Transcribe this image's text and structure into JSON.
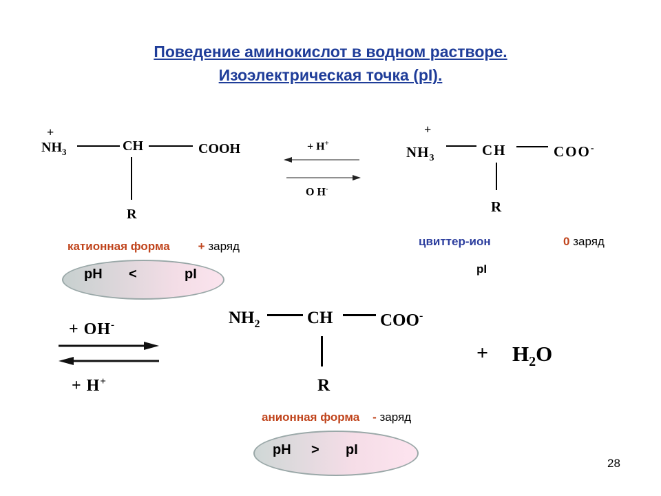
{
  "title": {
    "line1": "Поведение  аминокислот  в водном растворе.",
    "line2": "Изоэлектрическая точка (pI). "
  },
  "cation": {
    "charge_plus": "+",
    "nh3": "NH",
    "nh3_sub": "3",
    "ch": "CH",
    "cooh": "COOH",
    "r": "R",
    "form_label": "катионная форма",
    "charge_sign": "+",
    "charge_word": " заряд",
    "ph": "pH",
    "sign": "<",
    "pi": "pI"
  },
  "arrows_top": {
    "h_plus": "+ H",
    "h_sup": "+",
    "oh": "O H",
    "oh_sup": "-"
  },
  "zwitterion": {
    "charge_plus": "+",
    "nh3": "NH",
    "nh3_sub": "3",
    "ch": "CH",
    "coo": "COO",
    "coo_sup": "-",
    "r": "R",
    "form_label": "цвиттер-ион",
    "charge_sign": "0",
    "charge_word": " заряд",
    "pi": "pI"
  },
  "arrows_bottom": {
    "oh": "+ OH",
    "oh_sup": "-",
    "h": "+ H",
    "h_sup": "+"
  },
  "anion": {
    "nh2": "NH",
    "nh2_sub": "2",
    "ch": "CH",
    "coo": "COO",
    "coo_sup": "-",
    "r": "R",
    "plus_water": "+",
    "h2o_h": "H",
    "h2o_sub": "2",
    "h2o_o": "O",
    "form_label": "анионная форма",
    "charge_sign": "-",
    "charge_word": " заряд",
    "ph": "pH",
    "sign": ">",
    "pi": "pI"
  },
  "page_number": "28",
  "colors": {
    "title": "#1f3d99",
    "form_label": "#c0441c",
    "zwitterion_label": "#2c3e9e"
  }
}
